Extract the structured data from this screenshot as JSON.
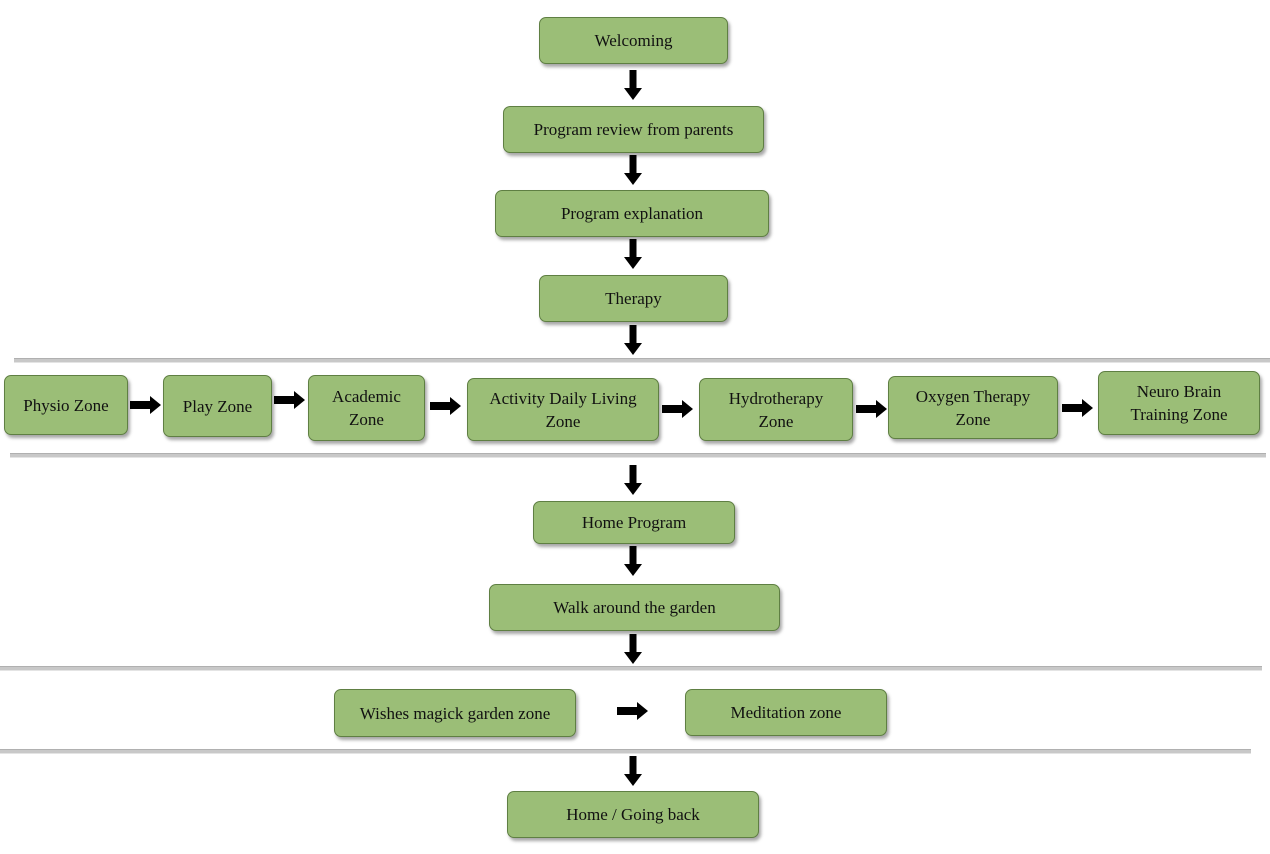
{
  "flow": {
    "welcoming": "Welcoming",
    "program_review": "Program review from parents",
    "program_explanation": "Program explanation",
    "therapy": "Therapy",
    "zones": [
      "Physio Zone",
      "Play Zone",
      "Academic\nZone",
      "Activity Daily Living\nZone",
      "Hydrotherapy\nZone",
      "Oxygen Therapy\nZone",
      "Neuro Brain\nTraining Zone"
    ],
    "home_program": "Home Program",
    "walk_garden": "Walk around the garden",
    "wishes_garden": "Wishes magick garden zone",
    "meditation": "Meditation zone",
    "home_going_back": "Home / Going back"
  },
  "colors": {
    "box_fill": "#9bbe77",
    "box_border": "#5f7f43",
    "arrow": "#000000",
    "divider": "#c8c8c8"
  }
}
